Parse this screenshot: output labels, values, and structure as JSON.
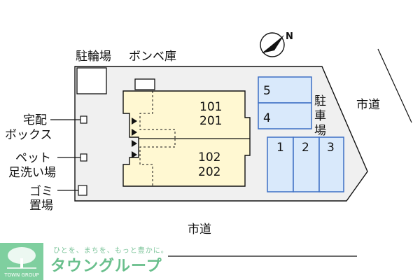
{
  "labels": {
    "bicycle_parking": "駐輪場",
    "gas_cylinder_storage": "ボンベ庫",
    "delivery_box_line1": "宅配",
    "delivery_box_line2": "ボックス",
    "pet_wash_line1": "ペット",
    "pet_wash_line2": "足洗い場",
    "garbage_line1": "ゴミ",
    "garbage_line2": "置場",
    "city_road_right": "市道",
    "city_road_bottom": "市道",
    "parking_1": "駐",
    "parking_2": "車",
    "parking_3": "場"
  },
  "building": {
    "units_upper": [
      "101",
      "201"
    ],
    "units_lower": [
      "102",
      "202"
    ]
  },
  "parking_spaces": {
    "right_column": [
      "5",
      "4"
    ],
    "bottom_row": [
      "1",
      "2",
      "3"
    ]
  },
  "compass": {
    "north_label": "N"
  },
  "brand": {
    "tagline": "ひとを、まちを、もっと豊かに。",
    "name": "タウングループ",
    "logo_text": "TOWN GROUP"
  },
  "colors": {
    "site_fill": "#f0f0f0",
    "building_fill": "#fff8d2",
    "parking_fill": "#d9e9fb",
    "parking_stroke": "#3d6fc4",
    "brand_green": "#69bf8c"
  }
}
